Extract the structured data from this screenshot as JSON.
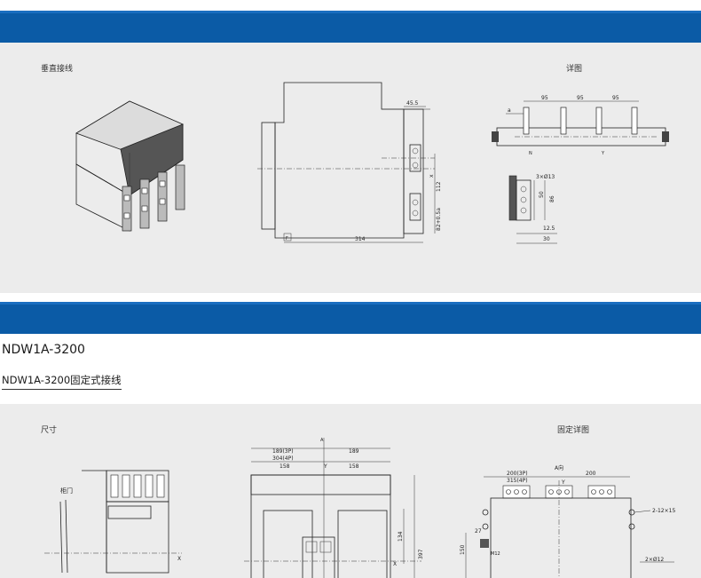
{
  "section1": {
    "label_left": "垂直接线",
    "label_right": "详图",
    "dims": {
      "d_45_5": "45.5",
      "d_112": "112",
      "d_82": "82+0.5a",
      "d_314": "314",
      "d_95a": "95",
      "d_95b": "95",
      "d_95c": "95",
      "d_a": "a",
      "d_N": "N",
      "d_Y": "Y",
      "d_x": "x",
      "d_3x13": "3×Ø13",
      "d_50": "50",
      "d_86": "86",
      "d_12_5": "12.5",
      "d_30": "30",
      "d_F": "F"
    }
  },
  "section2": {
    "title": "NDW1A-3200",
    "subtitle": "NDW1A-3200固定式接线",
    "label_left": "尺寸",
    "label_right": "固定详图",
    "dims": {
      "cabinet_door": "柜门",
      "d_189_3p": "189(3P)",
      "d_304_4p": "304(4P)",
      "d_158a": "158",
      "d_189": "189",
      "d_158b": "158",
      "d_A": "A",
      "d_Y": "Y",
      "d_X": "X",
      "d_X2": "X",
      "d_134": "134",
      "d_397": "397",
      "d_200_3p": "200(3P)",
      "d_315_4p": "315(4P)",
      "d_A_dir": "A向",
      "d_200": "200",
      "d_Y2": "Y",
      "d_2x12x15": "2-12×15",
      "d_27": "27",
      "d_150": "150",
      "d_M12": "M12",
      "d_2x12": "2×Ø12"
    }
  }
}
